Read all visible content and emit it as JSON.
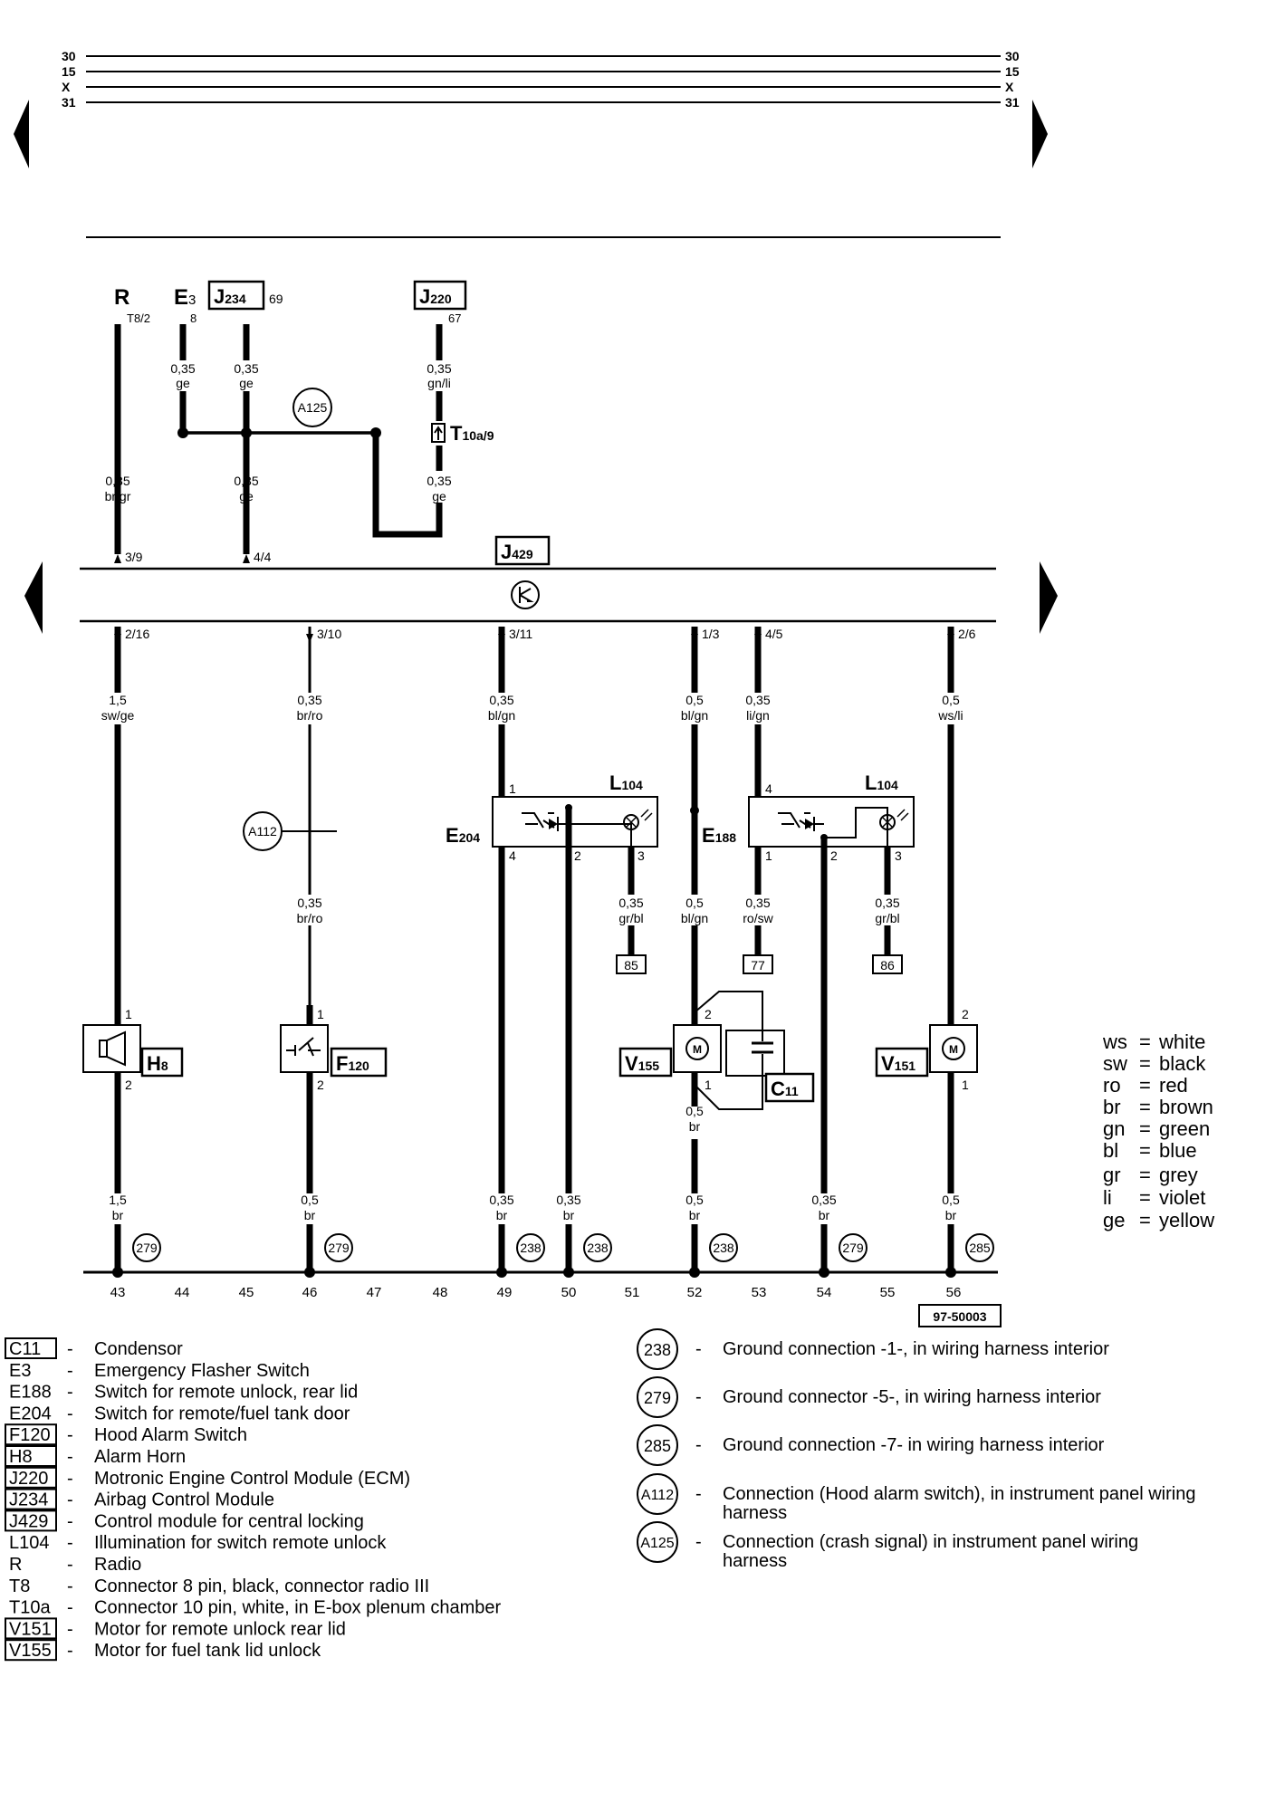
{
  "rails": {
    "left": [
      "30",
      "15",
      "X",
      "31"
    ],
    "right": [
      "30",
      "15",
      "X",
      "31"
    ]
  },
  "module_label": "J",
  "module_sub": "429",
  "top_components": [
    {
      "id": "R",
      "pin": "T8/2"
    },
    {
      "id": "E",
      "sub": "3",
      "pin": "8"
    },
    {
      "id": "J",
      "sub": "234",
      "pin": "69",
      "boxed": true
    },
    {
      "id": "J",
      "sub": "220",
      "pin": "67",
      "boxed": true
    }
  ],
  "top_wires": [
    {
      "size": "0,35",
      "color": "ge"
    },
    {
      "size": "0,35",
      "color": "ge"
    },
    {
      "size": "0,35",
      "color": "gn/li"
    },
    {
      "size": "0,35",
      "color": "br/gr"
    },
    {
      "size": "0,35",
      "color": "ge"
    },
    {
      "size": "0,35",
      "color": "ge"
    }
  ],
  "connector_T10a": {
    "label": "T",
    "sub": "10a/9"
  },
  "conn_A125": "A125",
  "conn_A112": "A112",
  "module_input_pins": [
    "3/9",
    "4/4"
  ],
  "module_output_pins": [
    "2/16",
    "3/10",
    "3/11",
    "1/3",
    "4/5",
    "2/6"
  ],
  "upper_wires": [
    {
      "size": "1,5",
      "color": "sw/ge"
    },
    {
      "size": "0,35",
      "color": "br/ro"
    },
    {
      "size": "0,35",
      "color": "bl/gn"
    },
    {
      "size": "0,5",
      "color": "bl/gn"
    },
    {
      "size": "0,35",
      "color": "li/gn"
    },
    {
      "size": "0,5",
      "color": "ws/li"
    }
  ],
  "switch_components": [
    {
      "id": "E",
      "sub": "204",
      "lamp": "L",
      "lamp_sub": "104",
      "pins": [
        "1",
        "4",
        "2",
        "3"
      ]
    },
    {
      "id": "E",
      "sub": "188",
      "lamp": "L",
      "lamp_sub": "104",
      "pins": [
        "4",
        "1",
        "2",
        "3"
      ]
    }
  ],
  "mid_wires": [
    {
      "size": "0,35",
      "color": "br/ro"
    },
    {
      "size": "0,35",
      "color": "gr/bl"
    },
    {
      "size": "0,5",
      "color": "bl/gn"
    },
    {
      "size": "0,35",
      "color": "ro/sw"
    },
    {
      "size": "0,35",
      "color": "gr/bl"
    },
    {
      "size": "0,5",
      "color": "br"
    }
  ],
  "ref_boxes": [
    "85",
    "77",
    "86"
  ],
  "lower_components": [
    {
      "id": "H",
      "sub": "8",
      "pins": [
        "1",
        "2"
      ]
    },
    {
      "id": "F",
      "sub": "120",
      "pins": [
        "1",
        "2"
      ]
    },
    {
      "id": "V",
      "sub": "155",
      "pins": [
        "2",
        "1"
      ]
    },
    {
      "id": "C",
      "sub": "11"
    },
    {
      "id": "V",
      "sub": "151",
      "pins": [
        "2",
        "1"
      ]
    }
  ],
  "bottom_wires": [
    {
      "size": "1,5",
      "color": "br"
    },
    {
      "size": "0,5",
      "color": "br"
    },
    {
      "size": "0,35",
      "color": "br"
    },
    {
      "size": "0,35",
      "color": "br"
    },
    {
      "size": "0,5",
      "color": "br"
    },
    {
      "size": "0,35",
      "color": "br"
    },
    {
      "size": "0,5",
      "color": "br"
    }
  ],
  "grounds": [
    "279",
    "279",
    "238",
    "238",
    "238",
    "279",
    "285"
  ],
  "track_numbers": [
    "43",
    "44",
    "45",
    "46",
    "47",
    "48",
    "49",
    "50",
    "51",
    "52",
    "53",
    "54",
    "55",
    "56"
  ],
  "diagram_id": "97-50003",
  "color_codes": [
    {
      "code": "ws",
      "name": "white"
    },
    {
      "code": "sw",
      "name": "black"
    },
    {
      "code": "ro",
      "name": "red"
    },
    {
      "code": "br",
      "name": "brown"
    },
    {
      "code": "gn",
      "name": "green"
    },
    {
      "code": "bl",
      "name": "blue"
    },
    {
      "code": "gr",
      "name": "grey"
    },
    {
      "code": "li",
      "name": "violet"
    },
    {
      "code": "ge",
      "name": "yellow"
    }
  ],
  "legend_left": [
    {
      "code": "C11",
      "boxed": true,
      "desc": "Condensor"
    },
    {
      "code": "E3",
      "boxed": false,
      "desc": "Emergency Flasher Switch"
    },
    {
      "code": "E188",
      "boxed": false,
      "desc": "Switch for remote unlock, rear lid"
    },
    {
      "code": "E204",
      "boxed": false,
      "desc": "Switch for remote/fuel tank door"
    },
    {
      "code": "F120",
      "boxed": true,
      "desc": "Hood Alarm Switch"
    },
    {
      "code": "H8",
      "boxed": true,
      "desc": "Alarm Horn"
    },
    {
      "code": "J220",
      "boxed": true,
      "desc": "Motronic Engine Control Module (ECM)"
    },
    {
      "code": "J234",
      "boxed": true,
      "desc": "Airbag Control Module"
    },
    {
      "code": "J429",
      "boxed": true,
      "desc": "Control module for central locking"
    },
    {
      "code": "L104",
      "boxed": false,
      "desc": "Illumination for switch remote unlock"
    },
    {
      "code": "R",
      "boxed": false,
      "desc": "Radio"
    },
    {
      "code": "T8",
      "boxed": false,
      "desc": "Connector 8 pin, black, connector radio III"
    },
    {
      "code": "T10a",
      "boxed": false,
      "desc": "Connector 10 pin, white, in E-box plenum chamber"
    },
    {
      "code": "V151",
      "boxed": true,
      "desc": "Motor for remote unlock rear lid"
    },
    {
      "code": "V155",
      "boxed": true,
      "desc": "Motor for fuel tank lid unlock"
    }
  ],
  "legend_right": [
    {
      "code": "238",
      "desc": "Ground connection -1-, in wiring harness interior"
    },
    {
      "code": "279",
      "desc": "Ground connector -5-, in wiring harness interior"
    },
    {
      "code": "285",
      "desc": "Ground connection -7- in wiring harness interior"
    },
    {
      "code": "A112",
      "desc": "Connection (Hood alarm switch), in instrument panel wiring harness"
    },
    {
      "code": "A125",
      "desc": "Connection (crash signal) in instrument panel wiring harness"
    }
  ]
}
